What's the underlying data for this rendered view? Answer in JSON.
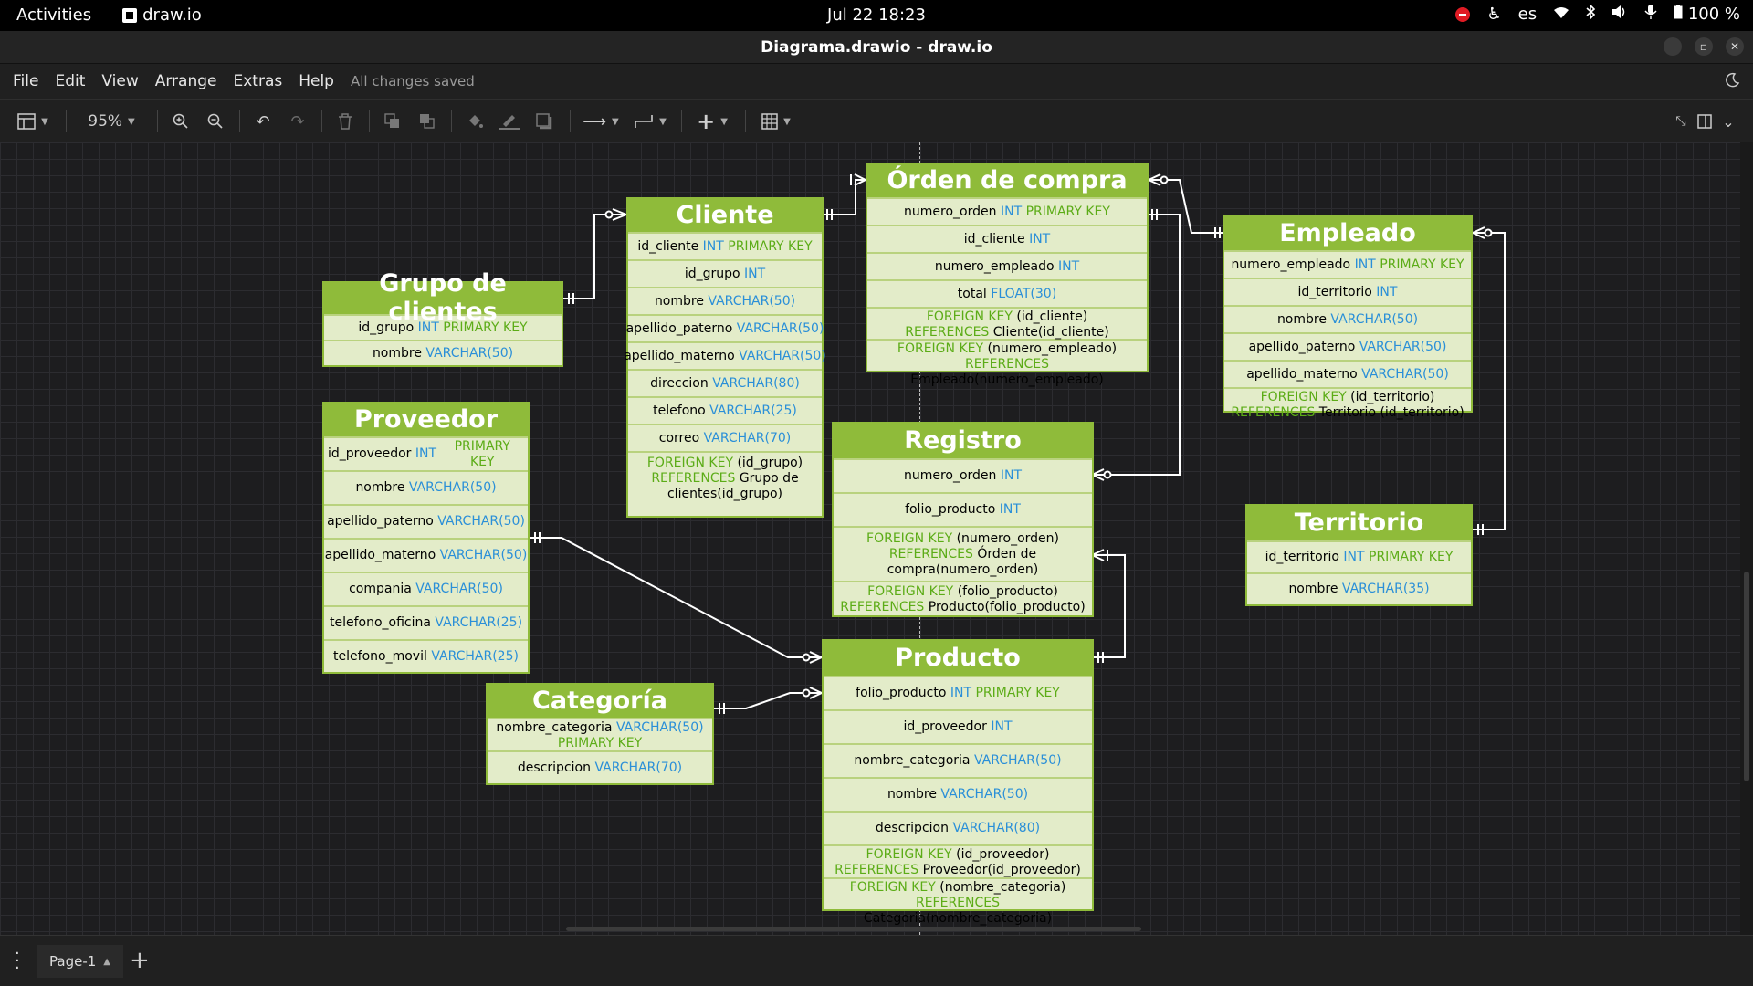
{
  "system_bar": {
    "activities": "Activities",
    "app_name": "draw.io",
    "clock": "Jul 22  18:23",
    "keyboard_layout": "es",
    "battery": "100 %"
  },
  "window": {
    "title": "Diagrama.drawio - draw.io"
  },
  "menu": {
    "items": [
      "File",
      "Edit",
      "View",
      "Arrange",
      "Extras",
      "Help"
    ],
    "status": "All changes saved"
  },
  "toolbar": {
    "zoom": "95%"
  },
  "tables": {
    "grupo": {
      "title": "Grupo de clientes",
      "rows": [
        {
          "name": "id_grupo",
          "type": "INT",
          "extra": "PRIMARY KEY"
        },
        {
          "name": "nombre",
          "type": "VARCHAR(50)",
          "extra": ""
        }
      ]
    },
    "cliente": {
      "title": "Cliente",
      "rows": [
        {
          "name": "id_cliente",
          "type": "INT",
          "extra": "PRIMARY KEY"
        },
        {
          "name": "id_grupo",
          "type": "INT",
          "extra": ""
        },
        {
          "name": "nombre",
          "type": "VARCHAR(50)",
          "extra": ""
        },
        {
          "name": "apellido_paterno",
          "type": "VARCHAR(50)",
          "extra": ""
        },
        {
          "name": "apellido_materno",
          "type": "VARCHAR(50)",
          "extra": ""
        },
        {
          "name": "direccion",
          "type": "VARCHAR(80)",
          "extra": ""
        },
        {
          "name": "telefono",
          "type": "VARCHAR(25)",
          "extra": ""
        },
        {
          "name": "correo",
          "type": "VARCHAR(70)",
          "extra": ""
        }
      ],
      "fks": [
        {
          "fk": "(id_grupo)",
          "ref": "Grupo de clientes(id_grupo)"
        }
      ]
    },
    "orden": {
      "title": "Órden de compra",
      "rows": [
        {
          "name": "numero_orden",
          "type": "INT",
          "extra": "PRIMARY KEY"
        },
        {
          "name": "id_cliente",
          "type": "INT",
          "extra": ""
        },
        {
          "name": "numero_empleado",
          "type": "INT",
          "extra": ""
        },
        {
          "name": "total",
          "type": "FLOAT(30)",
          "extra": ""
        }
      ],
      "fks": [
        {
          "fk": "(id_cliente)",
          "ref": "Cliente(id_cliente)"
        },
        {
          "fk": "(numero_empleado)",
          "ref": "Empleado(numero_empleado)"
        }
      ]
    },
    "empleado": {
      "title": "Empleado",
      "rows": [
        {
          "name": "numero_empleado",
          "type": "INT",
          "extra": "PRIMARY KEY"
        },
        {
          "name": "id_territorio",
          "type": "INT",
          "extra": ""
        },
        {
          "name": "nombre",
          "type": "VARCHAR(50)",
          "extra": ""
        },
        {
          "name": "apellido_paterno",
          "type": "VARCHAR(50)",
          "extra": ""
        },
        {
          "name": "apellido_materno",
          "type": "VARCHAR(50)",
          "extra": ""
        }
      ],
      "fks": [
        {
          "fk": "(id_territorio)",
          "ref": "Territorio (id_territorio)"
        }
      ]
    },
    "proveedor": {
      "title": "Proveedor",
      "rows": [
        {
          "name": "id_proveedor",
          "type": "INT",
          "extra": "PRIMARY KEY"
        },
        {
          "name": "nombre",
          "type": "VARCHAR(50)",
          "extra": ""
        },
        {
          "name": "apellido_paterno",
          "type": "VARCHAR(50)",
          "extra": ""
        },
        {
          "name": "apellido_materno",
          "type": "VARCHAR(50)",
          "extra": ""
        },
        {
          "name": "compania",
          "type": "VARCHAR(50)",
          "extra": ""
        },
        {
          "name": "telefono_oficina",
          "type": "VARCHAR(25)",
          "extra": ""
        },
        {
          "name": "telefono_movil",
          "type": "VARCHAR(25)",
          "extra": ""
        }
      ]
    },
    "registro": {
      "title": "Registro",
      "rows": [
        {
          "name": "numero_orden",
          "type": "INT",
          "extra": ""
        },
        {
          "name": "folio_producto",
          "type": "INT",
          "extra": ""
        }
      ],
      "fks": [
        {
          "fk": "(numero_orden)",
          "ref": "Órden de compra(numero_orden)"
        },
        {
          "fk": "(folio_producto)",
          "ref": "Producto(folio_producto)"
        }
      ]
    },
    "territorio": {
      "title": "Territorio",
      "rows": [
        {
          "name": "id_territorio",
          "type": "INT",
          "extra": "PRIMARY KEY"
        },
        {
          "name": "nombre",
          "type": "VARCHAR(35)",
          "extra": ""
        }
      ]
    },
    "categoria": {
      "title": "Categoría",
      "rows": [
        {
          "name": "nombre_categoria",
          "type": "VARCHAR(50)",
          "extra": "PRIMARY KEY"
        },
        {
          "name": "descripcion",
          "type": "VARCHAR(70)",
          "extra": ""
        }
      ]
    },
    "producto": {
      "title": "Producto",
      "rows": [
        {
          "name": "folio_producto",
          "type": "INT",
          "extra": "PRIMARY KEY"
        },
        {
          "name": "id_proveedor",
          "type": "INT",
          "extra": ""
        },
        {
          "name": "nombre_categoria",
          "type": "VARCHAR(50)",
          "extra": ""
        },
        {
          "name": "nombre",
          "type": "VARCHAR(50)",
          "extra": ""
        },
        {
          "name": "descripcion",
          "type": "VARCHAR(80)",
          "extra": ""
        }
      ],
      "fks": [
        {
          "fk": "(id_proveedor)",
          "ref": "Proveedor(id_proveedor)"
        },
        {
          "fk": "(nombre_categoria)",
          "ref": "Categoria(nombre_categoria)"
        }
      ]
    }
  },
  "keywords": {
    "fk": "FOREIGN KEY",
    "ref": "REFERENCES"
  },
  "pages": {
    "current": "Page-1"
  },
  "colors": {
    "header_green": "#8fbb3a",
    "body_green": "#e3ecc9",
    "keyword_green": "#5cac17",
    "type_blue": "#2a8fd8"
  }
}
